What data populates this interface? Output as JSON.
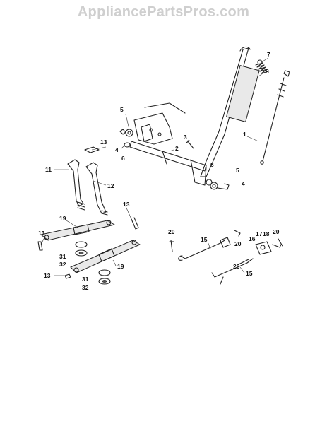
{
  "watermark": "AppliancePartsPros.com",
  "callouts": [
    {
      "id": "c1",
      "text": "1"
    },
    {
      "id": "c2",
      "text": "2"
    },
    {
      "id": "c3",
      "text": "3"
    },
    {
      "id": "c4a",
      "text": "4"
    },
    {
      "id": "c4b",
      "text": "4"
    },
    {
      "id": "c5a",
      "text": "5"
    },
    {
      "id": "c5b",
      "text": "5"
    },
    {
      "id": "c6a",
      "text": "6"
    },
    {
      "id": "c6b",
      "text": "6"
    },
    {
      "id": "c7",
      "text": "7"
    },
    {
      "id": "c8",
      "text": "8"
    },
    {
      "id": "c11",
      "text": "11"
    },
    {
      "id": "c12",
      "text": "12"
    },
    {
      "id": "c13a",
      "text": "13"
    },
    {
      "id": "c13b",
      "text": "13"
    },
    {
      "id": "c13c",
      "text": "13"
    },
    {
      "id": "c13d",
      "text": "13"
    },
    {
      "id": "c15a",
      "text": "15"
    },
    {
      "id": "c15b",
      "text": "15"
    },
    {
      "id": "c16",
      "text": "16"
    },
    {
      "id": "c17",
      "text": "17"
    },
    {
      "id": "c18",
      "text": "18"
    },
    {
      "id": "c19a",
      "text": "19"
    },
    {
      "id": "c19b",
      "text": "19"
    },
    {
      "id": "c20a",
      "text": "20"
    },
    {
      "id": "c20b",
      "text": "20"
    },
    {
      "id": "c20c",
      "text": "20"
    },
    {
      "id": "c20d",
      "text": "20"
    },
    {
      "id": "c31a",
      "text": "31"
    },
    {
      "id": "c31b",
      "text": "31"
    },
    {
      "id": "c32a",
      "text": "32"
    },
    {
      "id": "c32b",
      "text": "32"
    }
  ]
}
